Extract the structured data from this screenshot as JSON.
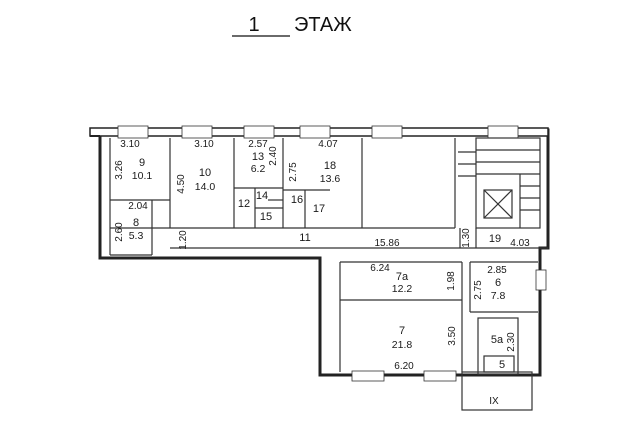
{
  "title": {
    "number": "1",
    "text": "ЭТАЖ"
  },
  "rooms": [
    {
      "id": "9",
      "area": "10.1",
      "dims": [
        "3.10",
        "3.26"
      ]
    },
    {
      "id": "10",
      "area": "14.0",
      "dims": [
        "3.10",
        "4.50"
      ]
    },
    {
      "id": "13",
      "area": "6.2",
      "dims": [
        "2.57",
        "2.40"
      ]
    },
    {
      "id": "18",
      "area": "13.6",
      "dims": [
        "4.07",
        "2.75"
      ]
    },
    {
      "id": "8",
      "area": "5.3",
      "dims": [
        "2.04",
        "2.60"
      ]
    },
    {
      "id": "12"
    },
    {
      "id": "14"
    },
    {
      "id": "15"
    },
    {
      "id": "16"
    },
    {
      "id": "17"
    },
    {
      "id": "11",
      "dims": [
        "1.20",
        "15.86"
      ]
    },
    {
      "id": "19",
      "dims": [
        "1.30",
        "4.03"
      ]
    },
    {
      "id": "7а",
      "area": "12.2",
      "dims": [
        "6.24",
        "1.98"
      ]
    },
    {
      "id": "6",
      "area": "7.8",
      "dims": [
        "2.85",
        "2.75"
      ]
    },
    {
      "id": "7",
      "area": "21.8",
      "dims": [
        "6.20",
        "3.50"
      ]
    },
    {
      "id": "5а",
      "dims": [
        "2.30"
      ]
    },
    {
      "id": "5"
    }
  ],
  "stair_label": "IX"
}
